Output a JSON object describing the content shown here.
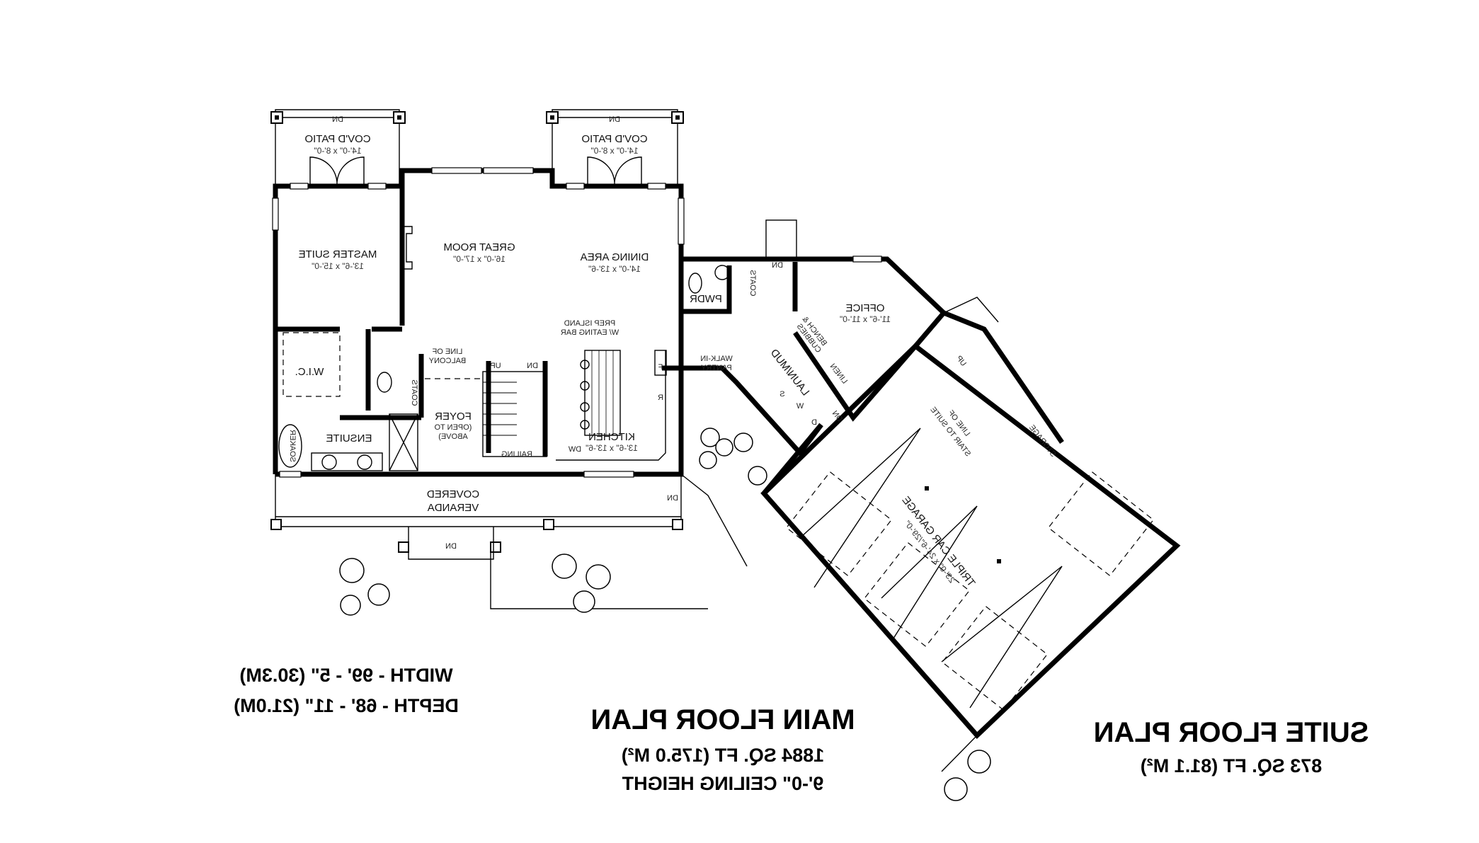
{
  "plan": {
    "covd_patio_left": {
      "name": "COV'D PATIO",
      "dims": "14'-0\" x 8'-0\""
    },
    "covd_patio_right": {
      "name": "COV'D PATIO",
      "dims": "14'-0\" x 8'-0\""
    },
    "master_suite": {
      "name": "MASTER SUITE",
      "dims": "13'-6\" x 15'-0\""
    },
    "great_room": {
      "name": "GREAT ROOM",
      "dims": "16'-0\" x 17'-0\""
    },
    "dining_area": {
      "name": "DINING AREA",
      "dims": "14'-0\" x 13'-6\""
    },
    "office": {
      "name": "OFFICE",
      "dims": "11'-6\" x 11'-0\""
    },
    "kitchen": {
      "name": "KITCHEN",
      "dims": "13'-6\" x 13'-6\""
    },
    "garage": {
      "name": "TRIPLE CAR GARAGE",
      "dims": "23'-0\" x 24'-6\"/29'-0\""
    },
    "pwdr": "PWDR",
    "coats": "COATS",
    "wic": "W.I.C.",
    "ensuite": "ENSUITE",
    "soaker": "SOAKER",
    "foyer": "FOYER",
    "foyer_note_1": "(OPEN TO",
    "foyer_note_2": "ABOVE)",
    "line_of_balcony_1": "LINE OF",
    "line_of_balcony_2": "BALCONY",
    "prep_island_1": "PREP ISLAND",
    "prep_island_2": "W/ EATING BAR",
    "walkin_pantry_1": "WALK-IN",
    "walkin_pantry_2": "PANTRY",
    "laun_mud": "LAUN/MUD",
    "bench_cubbies_1": "BENCH &",
    "bench_cubbies_2": "CUBBIES",
    "linen": "LINEN",
    "covered_veranda_1": "COVERED",
    "covered_veranda_2": "VERANDA",
    "line_stair_1": "LINE OF",
    "line_stair_2": "STAIR TO SUITE",
    "storage": "STORAGE",
    "railing": "RAILING",
    "up": "UP",
    "dn": "DN",
    "dw": "DW",
    "fridge": "F",
    "range": "R",
    "sink": "S",
    "washer": "W",
    "dryer": "D"
  },
  "summary": {
    "width": "WIDTH - 99' - 5\" (30.3M)",
    "depth": "DEPTH - 68' - 11\" (21.0M)",
    "main_title": "MAIN FLOOR PLAN",
    "main_area": "1884 SQ. FT (175.0 M²)",
    "main_ceiling": "9'-0\" CEILING HEIGHT",
    "suite_title": "SUITE FLOOR PLAN",
    "suite_area": "873 SQ. FT (81.1 M²)"
  }
}
